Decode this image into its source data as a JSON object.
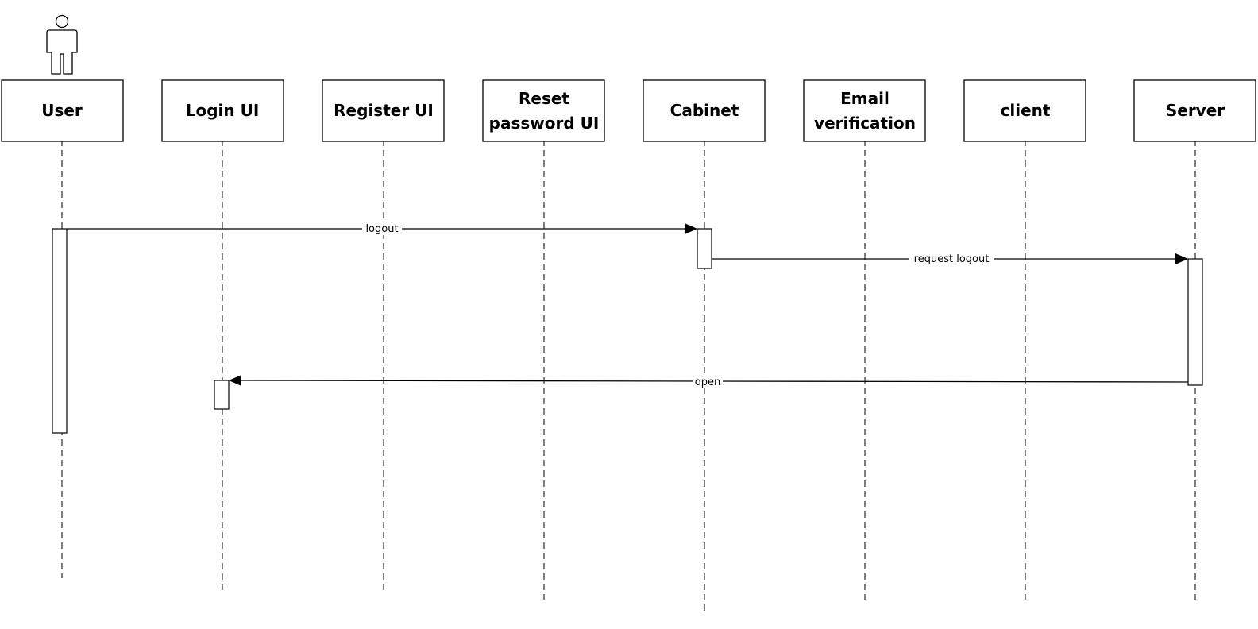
{
  "participants": [
    {
      "id": "user",
      "label_lines": [
        "User"
      ],
      "actor": true
    },
    {
      "id": "login_ui",
      "label_lines": [
        "Login UI"
      ]
    },
    {
      "id": "register_ui",
      "label_lines": [
        "Register UI"
      ]
    },
    {
      "id": "reset_password_ui",
      "label_lines": [
        "Reset",
        "password UI"
      ]
    },
    {
      "id": "cabinet",
      "label_lines": [
        "Cabinet"
      ]
    },
    {
      "id": "email_verification",
      "label_lines": [
        "Email",
        "verification"
      ]
    },
    {
      "id": "client",
      "label_lines": [
        "client"
      ]
    },
    {
      "id": "server",
      "label_lines": [
        "Server"
      ]
    }
  ],
  "messages": [
    {
      "from": "user",
      "to": "cabinet",
      "label": "logout"
    },
    {
      "from": "cabinet",
      "to": "server",
      "label": "request logout"
    },
    {
      "from": "server",
      "to": "login_ui",
      "label": "open"
    }
  ],
  "colors": {
    "stroke": "#000000",
    "fill": "#ffffff"
  }
}
